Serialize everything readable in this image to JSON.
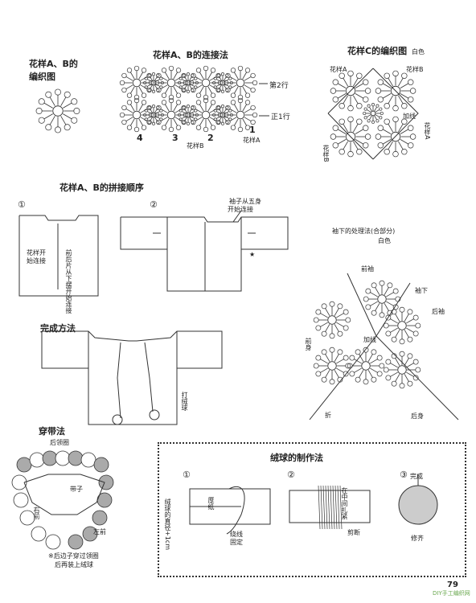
{
  "section1": {
    "title_line1": "花样A、B的",
    "title_line2": "编织图"
  },
  "section2": {
    "title": "花样A、B的连接法",
    "row2": "第2行",
    "row1": "正1行",
    "num4": "4",
    "num3": "3",
    "num2": "2",
    "num1": "1",
    "pattern_b": "花样B",
    "pattern_a": "花样A"
  },
  "section3": {
    "title": "花样C的编织图",
    "color": "白色",
    "pattern_a": "花样A",
    "pattern_b": "花样B",
    "join": "加线",
    "pattern_a_v": "花样A",
    "pattern_b_v": "花样B"
  },
  "section4": {
    "title": "花样A、B的拼接顺序",
    "circle1": "①",
    "circle2": "②",
    "start_text": "花样开始连接",
    "back_text": "前后片从下摆开始连接",
    "sleeve_text_1": "袖子从五身",
    "sleeve_text_2": "开始连接",
    "star": "★"
  },
  "section5": {
    "title_1": "袖下的处理法(合部分)",
    "title_2": "白色",
    "front_sleeve": "前袖",
    "sleeve_under": "袖下",
    "back_sleeve": "后袖",
    "front_body": "前身",
    "join": "加线",
    "back_body": "后身",
    "fold": "折"
  },
  "section6": {
    "title": "完成方法",
    "ball": "打绒球"
  },
  "section7": {
    "title": "穿带法",
    "back_neck": "后领圈",
    "cord": "带子",
    "right_front": "右前",
    "left_front": "左前",
    "note_1": "※后边子穿过领圈",
    "note_2": "后再装上绒球"
  },
  "section8": {
    "title": "绒球的制作法",
    "circle1": "①",
    "circle2": "②",
    "circle3": "③",
    "diameter": "绒球的直径+1cm",
    "paper": "厚纸",
    "wind": "绕线固定",
    "tie": "在中间扎紧",
    "cut": "剪断",
    "done": "完成",
    "trim": "修齐"
  },
  "footer": {
    "page": "79",
    "watermark": "DIY手工编织网"
  }
}
